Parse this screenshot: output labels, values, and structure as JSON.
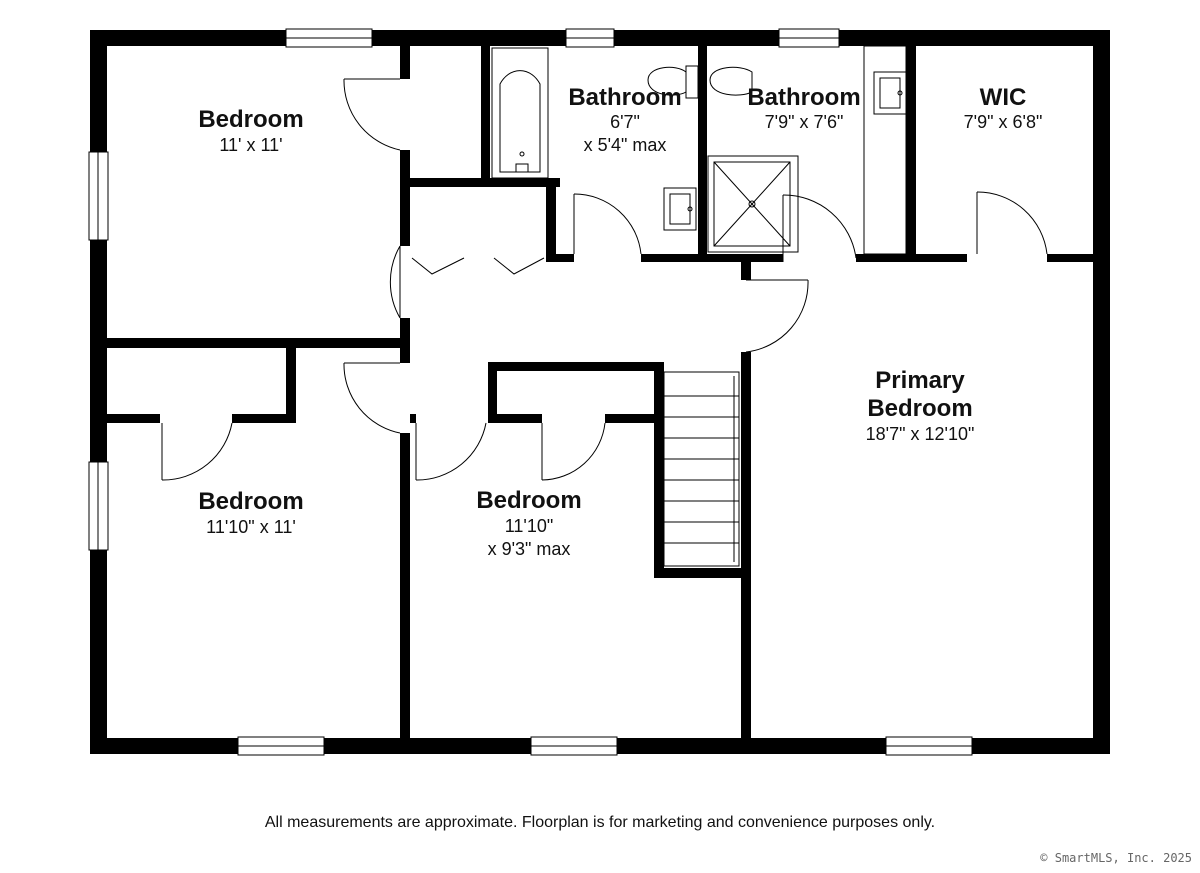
{
  "rooms": {
    "bedroom_nw": {
      "name": "Bedroom",
      "dims": "11' x 11'"
    },
    "bathroom_1": {
      "name": "Bathroom",
      "dims_line1": "6'7\"",
      "dims_line2": "x 5'4\" max"
    },
    "bathroom_2": {
      "name": "Bathroom",
      "dims": "7'9\" x 7'6\""
    },
    "wic": {
      "name": "WIC",
      "dims": "7'9\" x 6'8\""
    },
    "primary_bedroom": {
      "name_line1": "Primary",
      "name_line2": "Bedroom",
      "dims": "18'7\" x 12'10\""
    },
    "bedroom_sw": {
      "name": "Bedroom",
      "dims": "11'10\" x 11'"
    },
    "bedroom_s": {
      "name": "Bedroom",
      "dims_line1": "11'10\"",
      "dims_line2": "x 9'3\" max"
    }
  },
  "footer": {
    "disclaimer": "All measurements are approximate. Floorplan is for marketing and convenience purposes only.",
    "copyright": "© SmartMLS, Inc. 2025"
  },
  "colors": {
    "wall": "#000000",
    "background": "#ffffff",
    "text": "#111111"
  }
}
